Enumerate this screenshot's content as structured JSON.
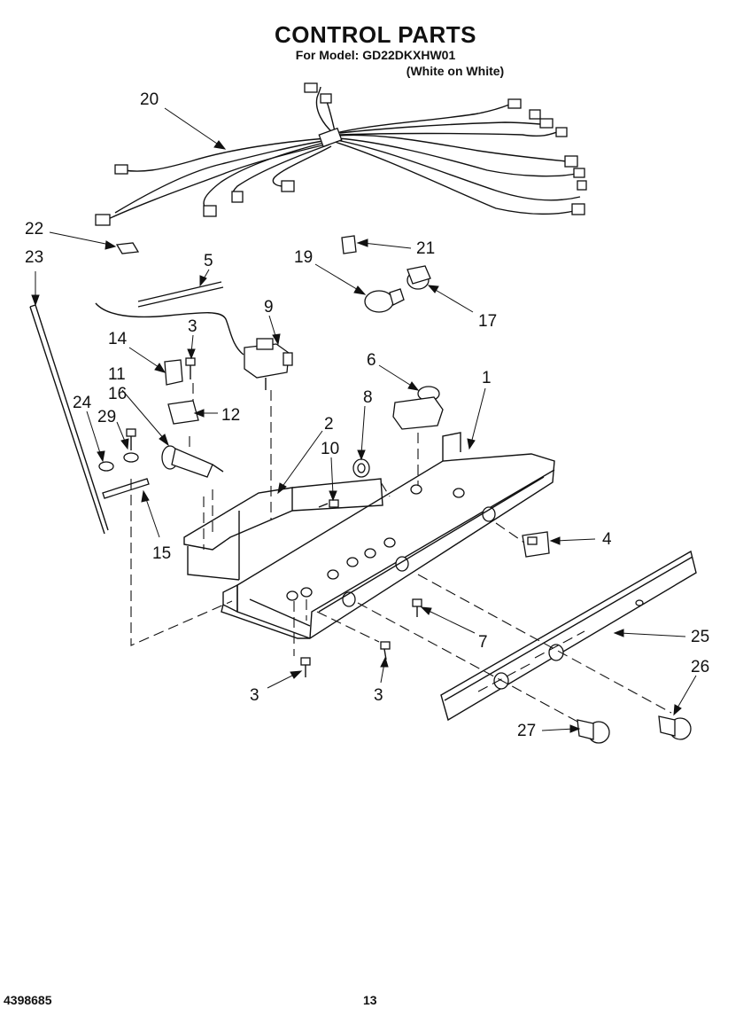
{
  "header": {
    "title": "CONTROL PARTS",
    "model_line": "For Model: GD22DKXHW01",
    "color_line": "(White on White)"
  },
  "footer": {
    "doc_number": "4398685",
    "page_number": "13"
  },
  "callouts": {
    "c1": "1",
    "c2": "2",
    "c3a": "3",
    "c3b": "3",
    "c3c": "3",
    "c4": "4",
    "c5": "5",
    "c6": "6",
    "c7": "7",
    "c8": "8",
    "c9": "9",
    "c10": "10",
    "c11": "11",
    "c12": "12",
    "c14": "14",
    "c15": "15",
    "c16": "16",
    "c17": "17",
    "c19": "19",
    "c20": "20",
    "c21": "21",
    "c22": "22",
    "c23": "23",
    "c24": "24",
    "c25": "25",
    "c26": "26",
    "c27": "27",
    "c29": "29"
  }
}
